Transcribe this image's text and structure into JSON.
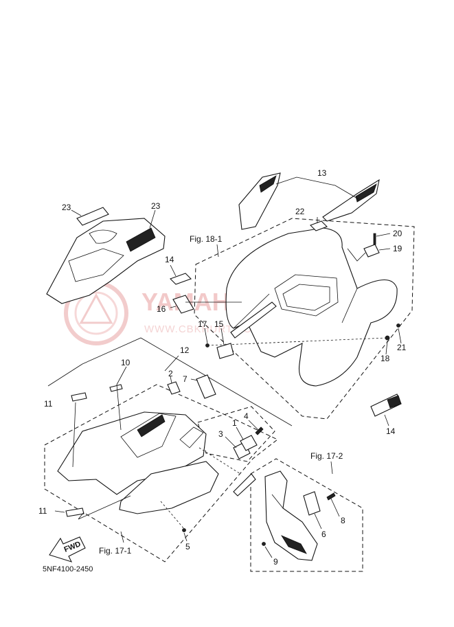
{
  "watermark": {
    "brand": "YAMAHA-SKLEP.PL",
    "tagline": "WWW.CBKHURT.COM - DEALER YAMAHA"
  },
  "diagram_code": "5NF4100-2450",
  "figure_refs": {
    "fig_18_1": "Fig. 18-1",
    "fig_17_1": "Fig. 17-1",
    "fig_17_2": "Fig. 17-2"
  },
  "fwd_label": "FWD",
  "callouts": [
    {
      "id": "c1",
      "text": "1"
    },
    {
      "id": "c2",
      "text": "2"
    },
    {
      "id": "c3",
      "text": "3"
    },
    {
      "id": "c4",
      "text": "4"
    },
    {
      "id": "c5",
      "text": "5"
    },
    {
      "id": "c6",
      "text": "6"
    },
    {
      "id": "c7",
      "text": "7"
    },
    {
      "id": "c8",
      "text": "8"
    },
    {
      "id": "c9",
      "text": "9"
    },
    {
      "id": "c10",
      "text": "10"
    },
    {
      "id": "c11a",
      "text": "11"
    },
    {
      "id": "c11b",
      "text": "11"
    },
    {
      "id": "c12",
      "text": "12"
    },
    {
      "id": "c13",
      "text": "13"
    },
    {
      "id": "c14a",
      "text": "14"
    },
    {
      "id": "c14b",
      "text": "14"
    },
    {
      "id": "c15",
      "text": "15"
    },
    {
      "id": "c16",
      "text": "16"
    },
    {
      "id": "c17",
      "text": "17"
    },
    {
      "id": "c18",
      "text": "18"
    },
    {
      "id": "c19",
      "text": "19"
    },
    {
      "id": "c20",
      "text": "20"
    },
    {
      "id": "c21",
      "text": "21"
    },
    {
      "id": "c22",
      "text": "22"
    },
    {
      "id": "c23a",
      "text": "23"
    },
    {
      "id": "c23b",
      "text": "23"
    }
  ]
}
